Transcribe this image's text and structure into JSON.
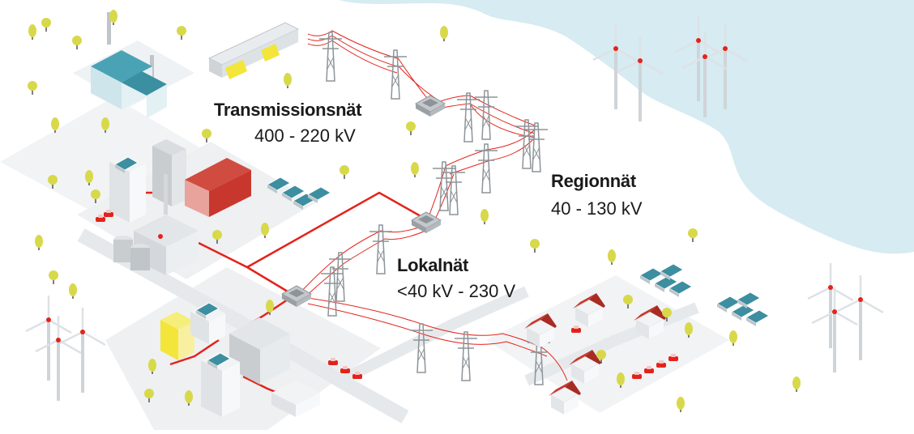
{
  "labels": {
    "transmission": {
      "title": "Transmissionsnät",
      "voltage": "400 - 220 kV"
    },
    "regional": {
      "title": "Regionnät",
      "voltage": "40 - 130 kV"
    },
    "local": {
      "title": "Lokalnät",
      "voltage": "<40 kV - 230 V"
    }
  },
  "colors": {
    "sea": "#d6ebf2",
    "ground": "#eef0f2",
    "power_line": "#e3231b",
    "building_red": "#c8372d",
    "building_yellow": "#f3e53a",
    "building_grey": "#d4d8dc",
    "factory_teal": "#4aa3b5",
    "solar_panel": "#3c8ea0",
    "tree": "#d7d94a"
  },
  "icons": [
    "wind-turbine-icon",
    "solar-panel-icon",
    "pylon-icon",
    "substation-icon",
    "house-icon",
    "factory-icon",
    "dam-icon",
    "car-icon",
    "tree-icon",
    "power-plant-icon"
  ]
}
